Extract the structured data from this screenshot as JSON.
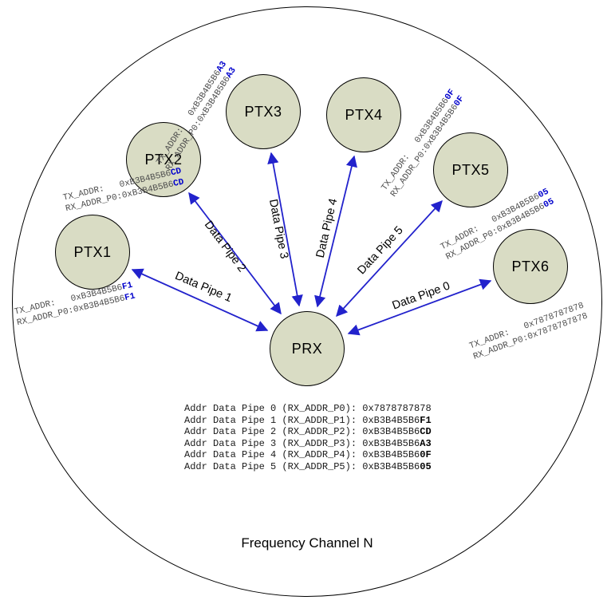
{
  "diagram": {
    "frequency_label": "Frequency Channel N",
    "prx": {
      "label": "PRX"
    },
    "nodes": [
      {
        "label": "PTX1",
        "tx_label": "TX_ADDR:   ",
        "rx_label": "RX_ADDR_P0:",
        "addr_base": "0xB3B4B5B6",
        "addr_suffix": "F1"
      },
      {
        "label": "PTX2",
        "tx_label": "TX_ADDR:   ",
        "rx_label": "RX_ADDR_P0:",
        "addr_base": "0xB3B4B5B6",
        "addr_suffix": "CD"
      },
      {
        "label": "PTX3",
        "tx_label": "TX_ADDR:   ",
        "rx_label": "RX_ADDR_P0:",
        "addr_base": "0xB3B4B5B6",
        "addr_suffix": "A3"
      },
      {
        "label": "PTX4",
        "tx_label": "TX_ADDR:   ",
        "rx_label": "RX_ADDR_P0:",
        "addr_base": "0xB3B4B5B6",
        "addr_suffix": "0F"
      },
      {
        "label": "PTX5",
        "tx_label": "TX_ADDR:   ",
        "rx_label": "RX_ADDR_P0:",
        "addr_base": "0xB3B4B5B6",
        "addr_suffix": "05"
      },
      {
        "label": "PTX6",
        "tx_label": "TX_ADDR:   ",
        "rx_label": "RX_ADDR_P0:",
        "addr_base": "0x7878787878",
        "addr_suffix": ""
      }
    ],
    "pipes": {
      "pipe0": "Data Pipe 0",
      "pipe1": "Data Pipe 1",
      "pipe2": "Data Pipe 2",
      "pipe3": "Data Pipe 3",
      "pipe4": "Data Pipe 4",
      "pipe5": "Data Pipe 5"
    },
    "table": {
      "rows": [
        {
          "prefix": "Addr Data Pipe 0 (RX_ADDR_P0): ",
          "base": "0x7878787878",
          "suffix": ""
        },
        {
          "prefix": "Addr Data Pipe 1 (RX_ADDR_P1): ",
          "base": "0xB3B4B5B6",
          "suffix": "F1"
        },
        {
          "prefix": "Addr Data Pipe 2 (RX_ADDR_P2): ",
          "base": "0xB3B4B5B6",
          "suffix": "CD"
        },
        {
          "prefix": "Addr Data Pipe 3 (RX_ADDR_P3): ",
          "base": "0xB3B4B5B6",
          "suffix": "A3"
        },
        {
          "prefix": "Addr Data Pipe 4 (RX_ADDR_P4): ",
          "base": "0xB3B4B5B6",
          "suffix": "0F"
        },
        {
          "prefix": "Addr Data Pipe 5 (RX_ADDR_P5): ",
          "base": "0xB3B4B5B6",
          "suffix": "05"
        }
      ]
    },
    "colors": {
      "arrow": "#2222cc",
      "address_highlight": "#0000cc",
      "node_fill": "#d9dcc4"
    }
  }
}
